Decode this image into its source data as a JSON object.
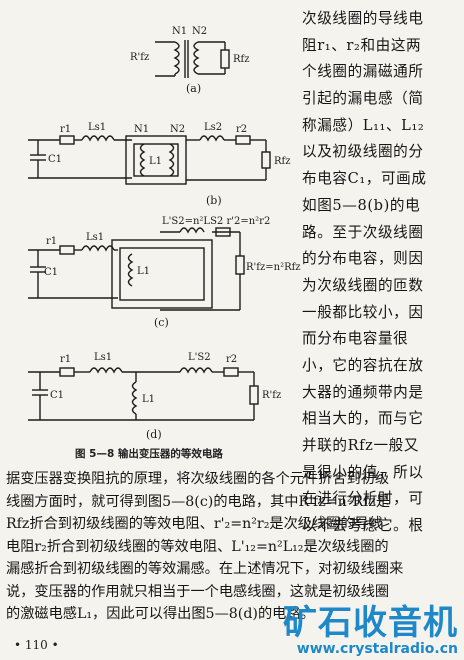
{
  "figures": {
    "a": {
      "caption": "(a)",
      "source": "R'fz",
      "primary": "N1",
      "secondary": "N2",
      "load": "Rfz"
    },
    "b": {
      "caption": "(b)",
      "r1": "r1",
      "ls1": "Ls1",
      "c1": "C1",
      "n1": "N1",
      "l1": "L1",
      "n2": "N2",
      "ls2": "Ls2",
      "r2": "r2",
      "load": "Rfz"
    },
    "c": {
      "caption": "(c)",
      "top_label": "L'S2=n²LS2  r'2=n²r2",
      "r1": "r1",
      "ls1": "Ls1",
      "c1": "C1",
      "l1": "L1",
      "load": "R'fz=n²Rfz"
    },
    "d": {
      "caption": "(d)",
      "r1": "r1",
      "ls1": "Ls1",
      "ls2": "L'S2",
      "r2": "r2",
      "c1": "C1",
      "l1": "L1",
      "load": "R'fz"
    }
  },
  "caption": "图 5—8  输出变压器的等效电路",
  "right_column": [
    "次级线圈的导线电",
    "阻r₁、r₂和由这两",
    "个线圈的漏磁通所",
    "引起的漏电感（简",
    "称漏感）L₁₁、L₁₂",
    "以及初级线圈的分",
    "布电容C₁，可画成",
    "如图5—8(b)的电",
    "路。至于次级线圈",
    "的分布电容，则因",
    "为次级线圈的匝数",
    "一般都比较小，因",
    "而分布电容量很",
    "小，它的容抗在放",
    "大器的通频带内是",
    "相当大的，而与它",
    "并联的Rfz一般又",
    "是很小的值，所以",
    "在进行分析时，可",
    "以不去考虑它。根"
  ],
  "body_lines": [
    "据变压器变换阻抗的原理，将次级线圈的各个元件折合到初级",
    "线圈方面时，就可得到图5—8(c)的电路，其中R'fz=n²Rfz是",
    "Rfz折合到初级线圈的等效电阻、r'₂=n²r₂是次级线圈的导线",
    "电阻r₂折合到初级线圈的等效电阻、L'₁₂=n²L₁₂是次级线圈的",
    "漏感折合到初级线圈的等效漏感。在上述情况下，对初级线圈来",
    "说，变压器的作用就只相当于一个电感线圈，这就是初级线圈",
    "的激磁电感L₁，因此可以得出图5—8(d)的电路。"
  ],
  "page_number": "• 110 •",
  "watermark": {
    "title": "矿石收音机",
    "url": "www.crystalradio.cn"
  }
}
